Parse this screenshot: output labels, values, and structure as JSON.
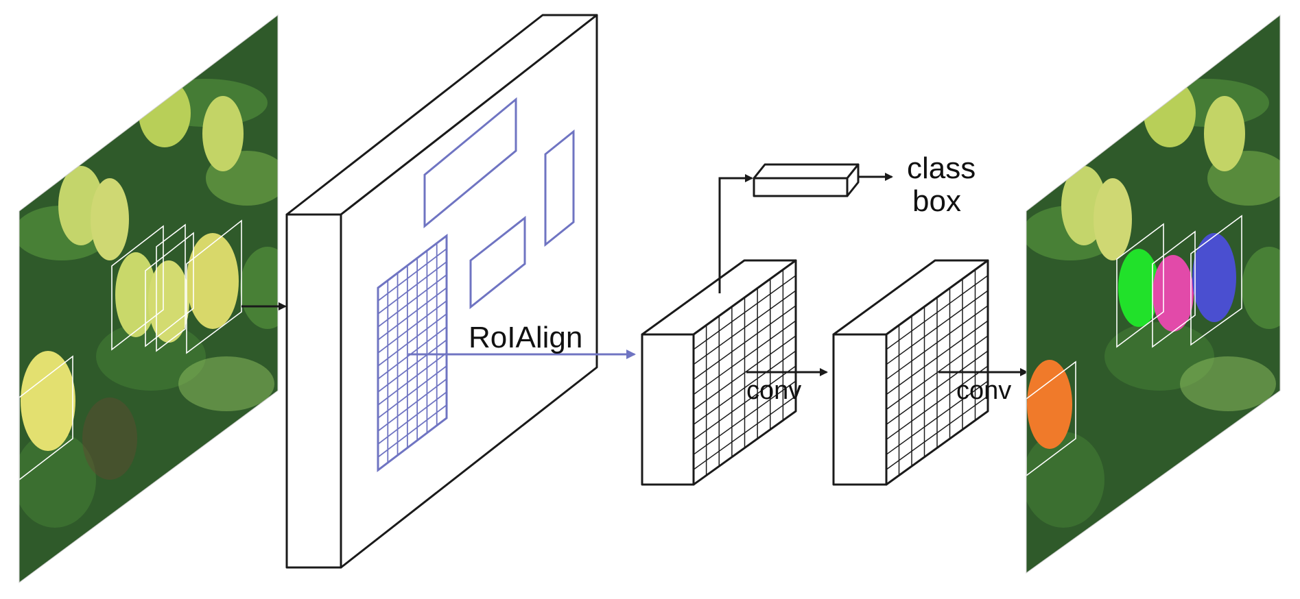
{
  "diagram": {
    "labels": {
      "roialign": "RoIAlign",
      "conv_1": "conv",
      "conv_2": "conv",
      "class": "class",
      "box": "box"
    },
    "colors": {
      "stroke": "#1a1a1a",
      "roi_blue": "#6f74c2",
      "leaf_dark": "#2f5a2a",
      "leaf_mid": "#4f8a3a",
      "leaf_light": "#8fbf5f",
      "apple": "#c9d86a",
      "mask_green": "#21e12a",
      "mask_pink": "#e24aa9",
      "mask_blue": "#4a4fd0",
      "mask_orange": "#f07a2a"
    },
    "nodes": [
      {
        "id": "input-image",
        "kind": "photo",
        "detections": 5
      },
      {
        "id": "feature-map",
        "kind": "3d-block",
        "rois": 4
      },
      {
        "id": "roi-feature",
        "kind": "3d-grid-block"
      },
      {
        "id": "fc-head",
        "kind": "3d-bar"
      },
      {
        "id": "mask-feature",
        "kind": "3d-grid-block"
      },
      {
        "id": "output-image",
        "kind": "photo",
        "masks": 4
      }
    ]
  }
}
